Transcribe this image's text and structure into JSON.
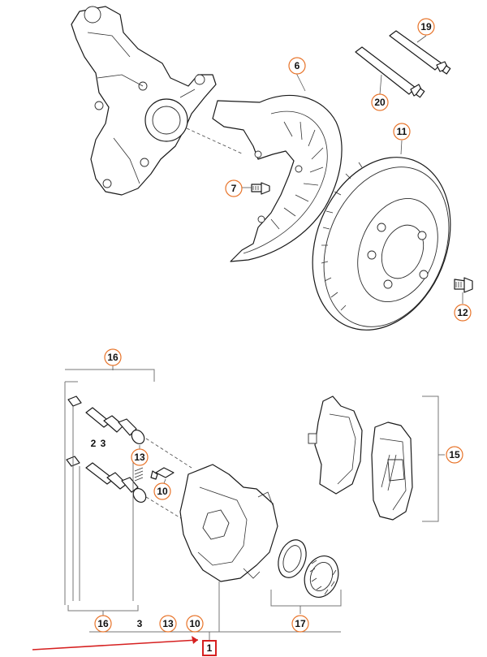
{
  "colors": {
    "callout_ring": "#e8742a",
    "highlight_box": "#d62020",
    "pointer_arrow": "#d62020",
    "line_art": "#1a1a1a"
  },
  "callouts": [
    {
      "id": "c6",
      "label": "6"
    },
    {
      "id": "c7",
      "label": "7"
    },
    {
      "id": "c11",
      "label": "11"
    },
    {
      "id": "c12",
      "label": "12"
    },
    {
      "id": "c19",
      "label": "19"
    },
    {
      "id": "c20",
      "label": "20"
    },
    {
      "id": "c16top",
      "label": "16"
    },
    {
      "id": "c2",
      "label": "2"
    },
    {
      "id": "c3",
      "label": "3"
    },
    {
      "id": "c13",
      "label": "13"
    },
    {
      "id": "c10",
      "label": "10"
    },
    {
      "id": "c15",
      "label": "15"
    },
    {
      "id": "c16bot",
      "label": "16"
    },
    {
      "id": "c3bot",
      "label": "3"
    },
    {
      "id": "c13bot",
      "label": "13"
    },
    {
      "id": "c10bot",
      "label": "10"
    },
    {
      "id": "c17",
      "label": "17"
    },
    {
      "id": "c1",
      "label": "1"
    }
  ],
  "highlighted_part": "1",
  "pointer_arrow_icon": "red-arrow-icon"
}
